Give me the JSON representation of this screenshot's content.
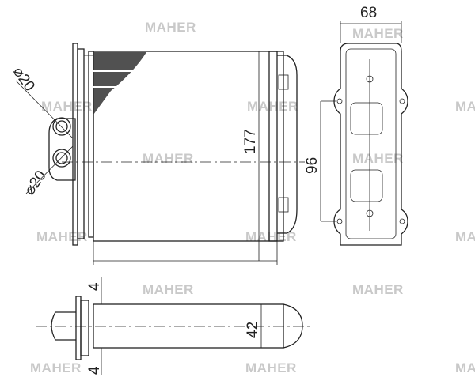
{
  "watermark": "MAHER",
  "dimensions": {
    "width_side": "68",
    "height": "177",
    "mount_spacing": "96",
    "pipe_dia_top": "⌀20",
    "pipe_dia_bottom": "⌀20",
    "depth": "42",
    "flange_top": "4",
    "flange_bottom": "4"
  }
}
